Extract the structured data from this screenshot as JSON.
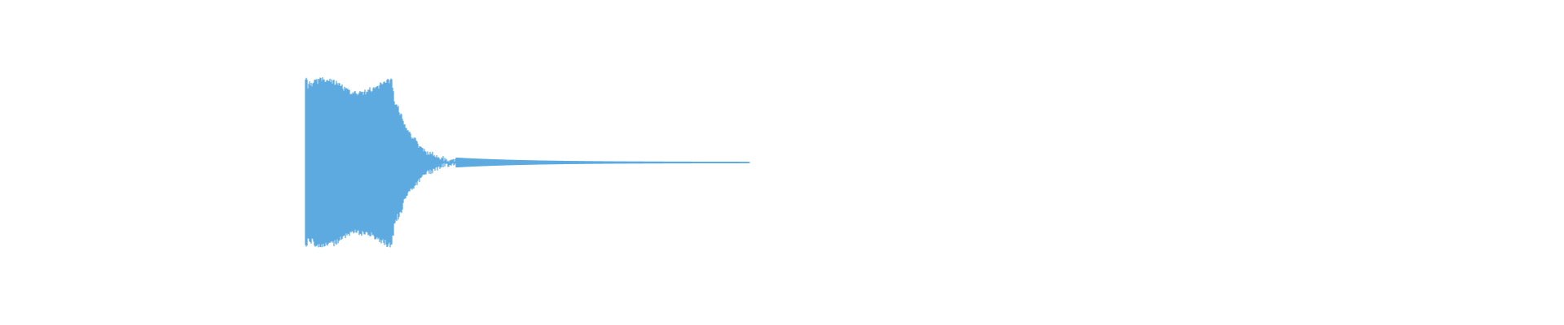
{
  "waveform": {
    "color": "#5DAAE0",
    "background": "#ffffff",
    "attack_level": 1.0,
    "sustain_level": 0.95,
    "release_tail_level": 0.01
  }
}
